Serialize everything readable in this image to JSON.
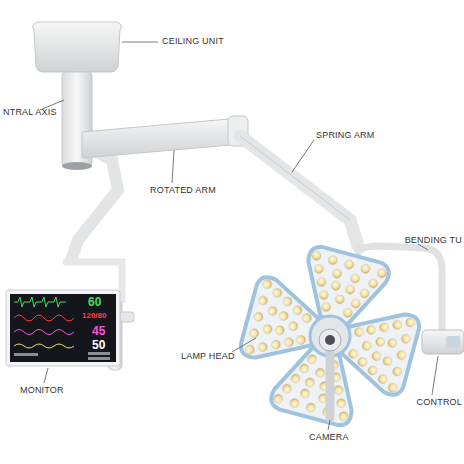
{
  "diagram": {
    "labels": [
      "CEILING UNIT",
      "NTRAL AXIS",
      "SPRING ARM",
      "BENDING TU",
      "ROTATED ARM",
      "60",
      "120/80",
      "45",
      "50",
      "LAMP HEAD",
      "MONITOR",
      "CONTROL",
      "CAMERA"
    ]
  }
}
